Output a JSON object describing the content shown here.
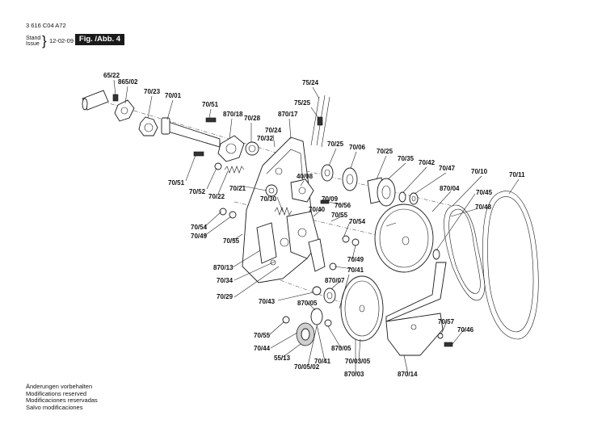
{
  "header": {
    "doc_number": "3 616 C04 A72",
    "stand": "Stand",
    "issue": "Issue",
    "brace": "}",
    "date": "12-02-09",
    "figure": "Fig. /Abb. 4"
  },
  "part_labels": [
    "65/22",
    "865/02",
    "70/23",
    "70/01",
    "70/51",
    "870/18",
    "70/28",
    "75/24",
    "75/25",
    "870/17",
    "70/24",
    "70/32",
    "70/25",
    "70/06",
    "70/25",
    "70/35",
    "70/42",
    "70/47",
    "70/10",
    "70/11",
    "40/08",
    "70/51",
    "70/52",
    "70/22",
    "70/21",
    "70/30",
    "70/09",
    "70/56",
    "870/04",
    "70/45",
    "70/48",
    "70/40",
    "70/54",
    "70/55",
    "70/54",
    "70/49",
    "70/55",
    "70/49",
    "870/13",
    "70/41",
    "70/34",
    "870/07",
    "70/29",
    "70/43",
    "870/05",
    "70/55",
    "70/57",
    "70/46",
    "70/44",
    "870/05",
    "55/13",
    "70/41",
    "70/05/02",
    "70/03/05",
    "870/03",
    "870/14"
  ],
  "footer": [
    "Änderungen vorbehalten",
    "Modifications reserved",
    "Modificaciones reservadas",
    "Salvo modificaciones"
  ]
}
